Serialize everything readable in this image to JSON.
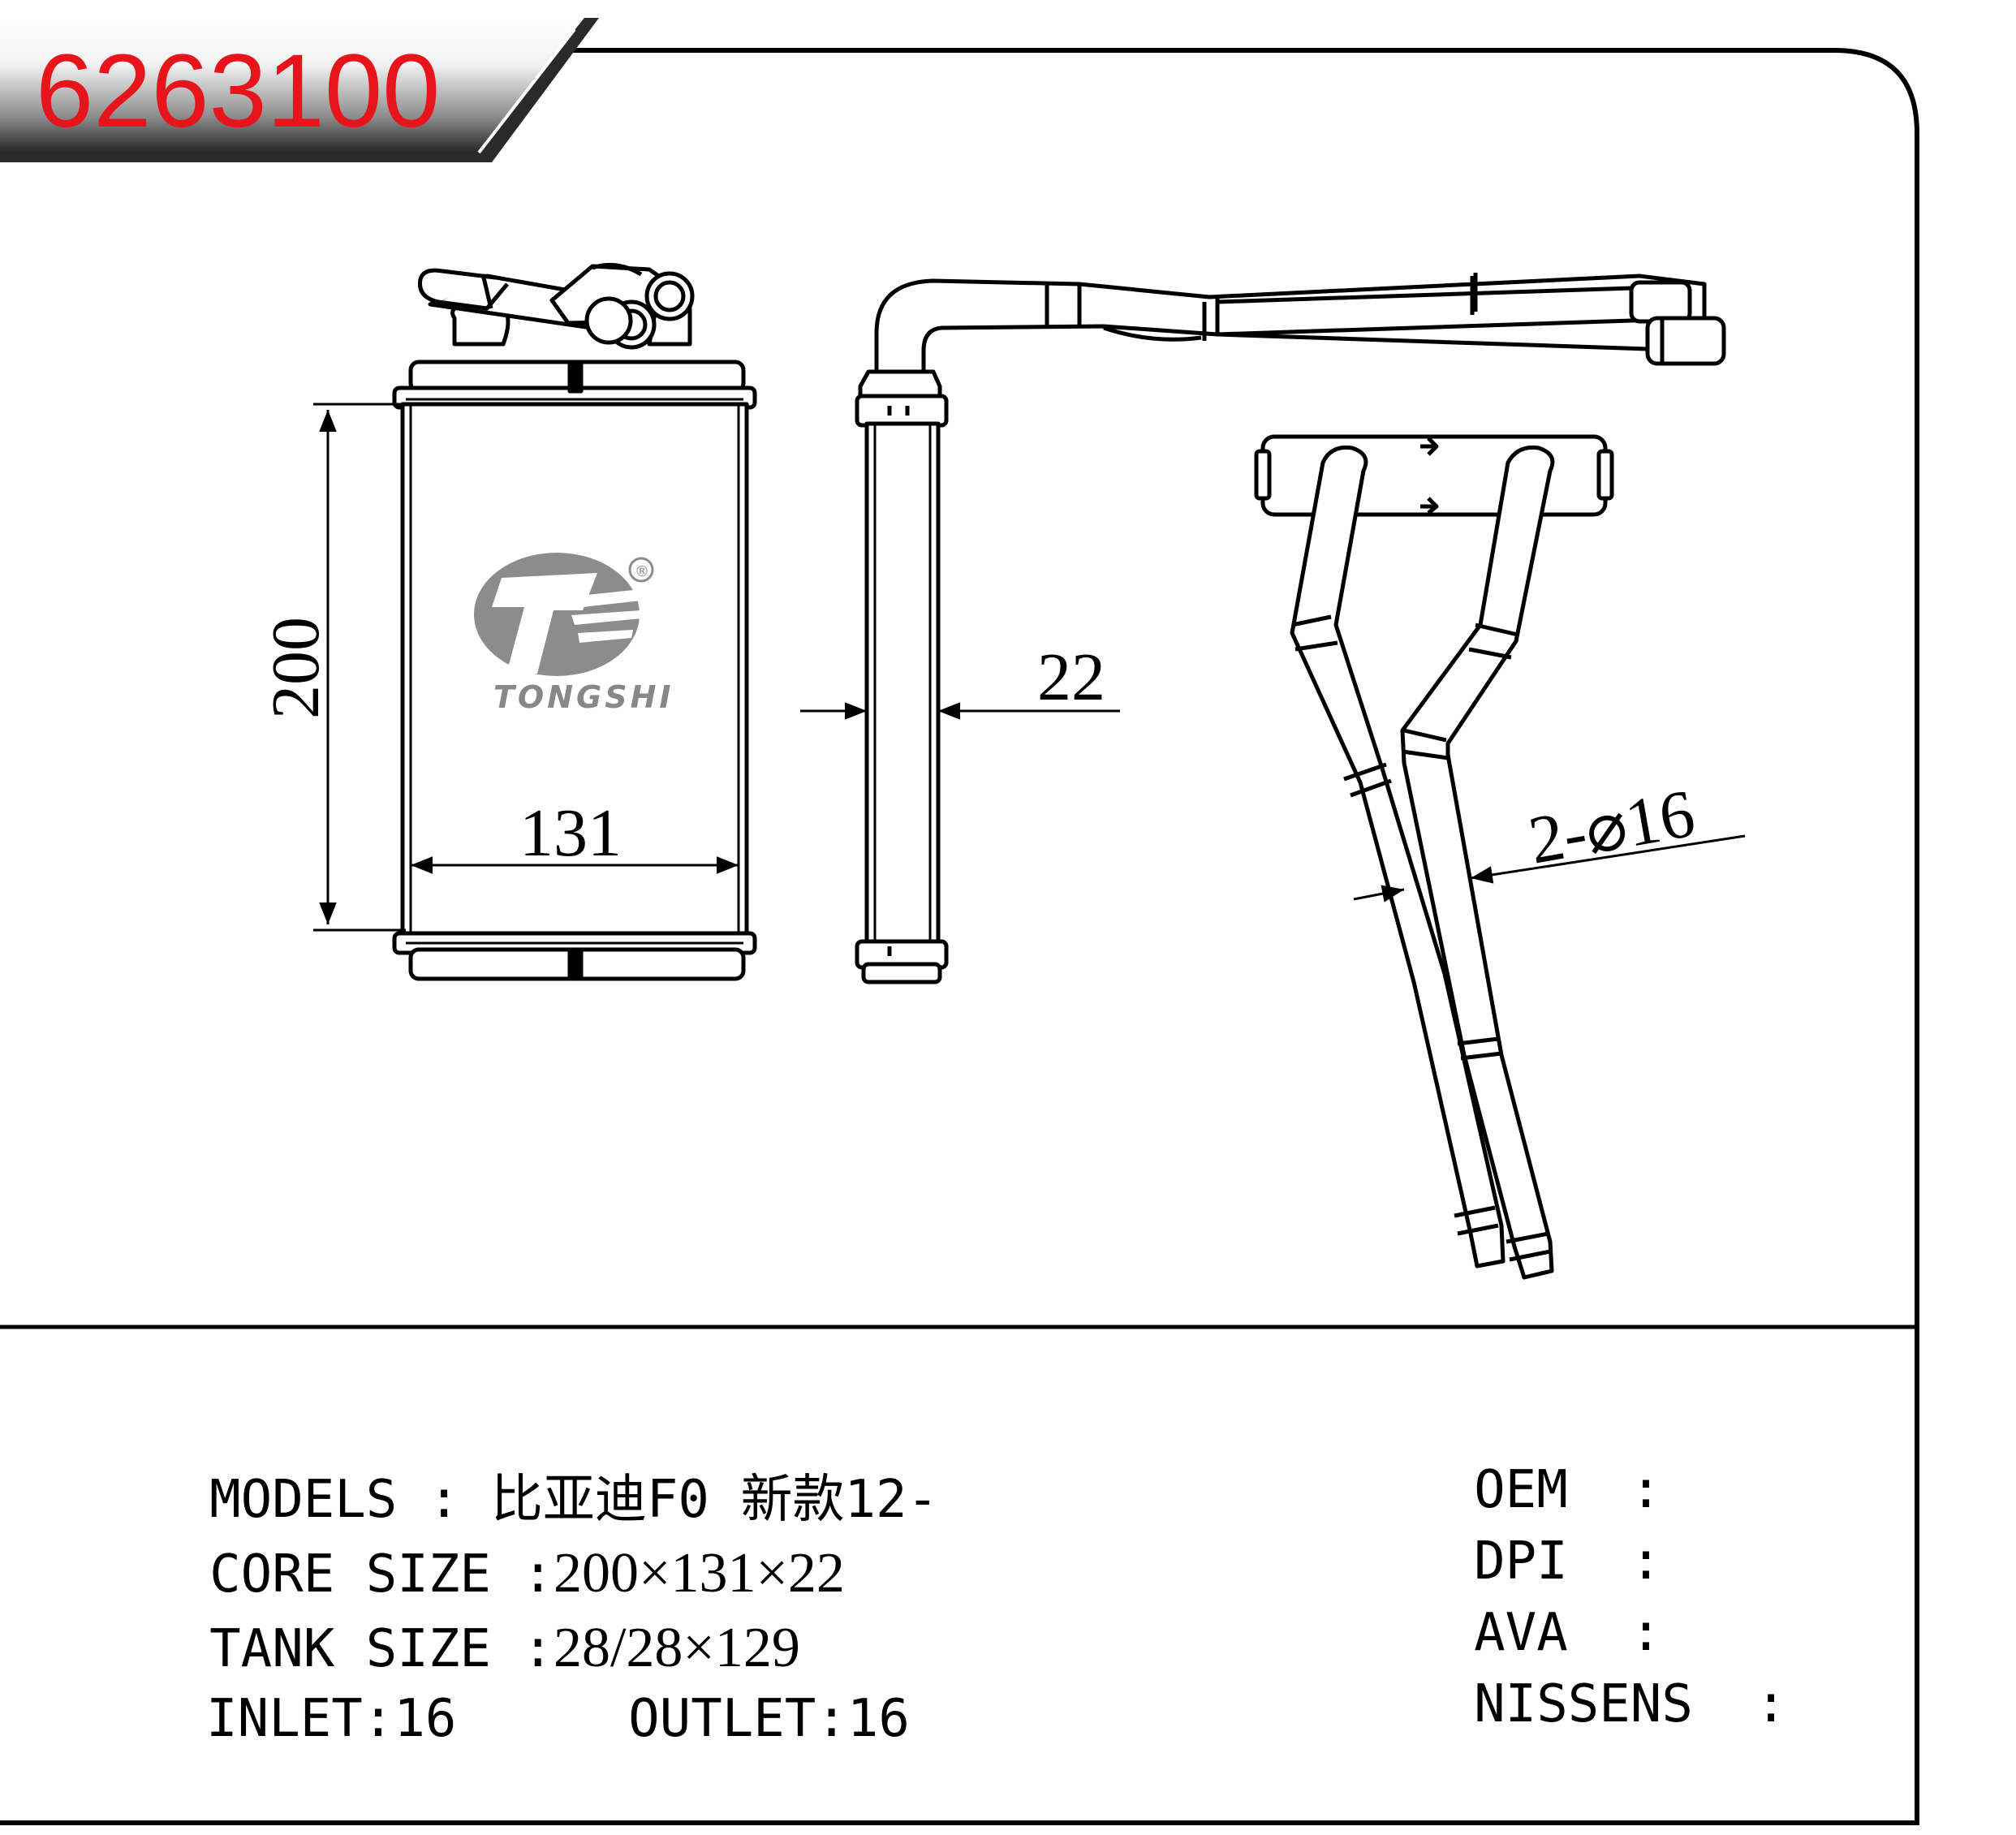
{
  "part_number": "6263100",
  "brand": {
    "name": "TONGSHI",
    "registered_mark": "®"
  },
  "dimensions": {
    "height": "200",
    "width": "131",
    "thickness": "22",
    "pipes": "2-⌀16"
  },
  "specs": {
    "models_label": "MODELS",
    "models_sep": ":",
    "models_value": "比亚迪F0 新款12-",
    "core_label": "CORE SIZE",
    "core_sep": ":",
    "core_value": "200×131×22",
    "tank_label": "TANK SIZE",
    "tank_sep": ":",
    "tank_value": "28/28×129",
    "inlet_label": "INLET:",
    "inlet_value": "16",
    "outlet_label": "OUTLET:",
    "outlet_value": "16"
  },
  "cross_refs": [
    {
      "label": "OEM",
      "sep": ":"
    },
    {
      "label": "DPI",
      "sep": ":"
    },
    {
      "label": "AVA",
      "sep": ":"
    },
    {
      "label": "NISSENS",
      "sep": ":"
    }
  ],
  "colors": {
    "part_number": "#e8141b",
    "banner_dark": "#2a2a2a",
    "banner_light": "#ffffff",
    "logo_gray": "#8c8c8c"
  }
}
